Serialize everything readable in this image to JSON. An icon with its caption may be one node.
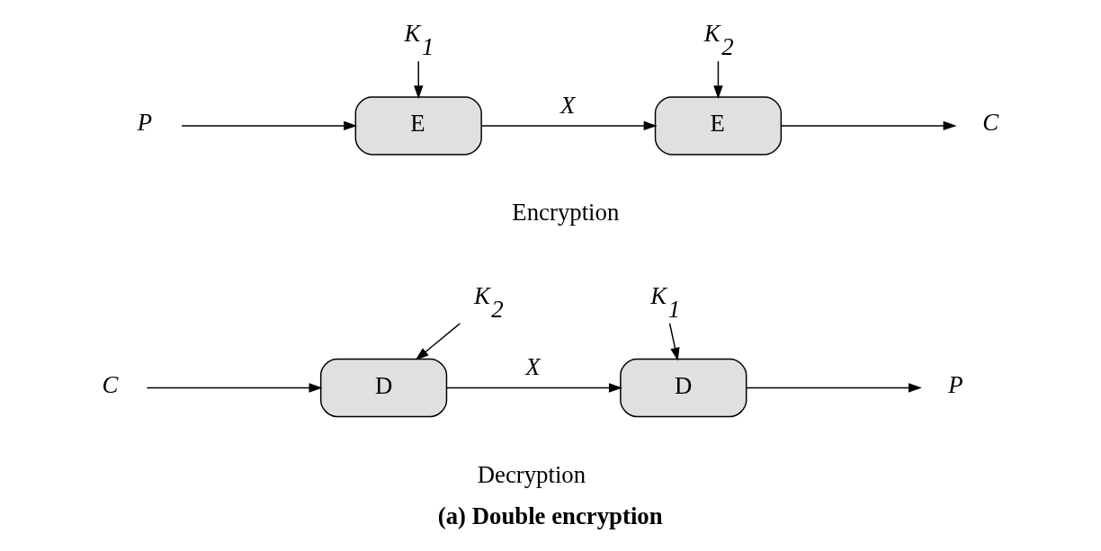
{
  "diagram": {
    "caption": "(a) Double encryption",
    "nodes": [
      {
        "text": [
          "K$_{1}$"
        ]
      },
      {
        "text": [
          "K$_{2}$"
        ]
      },
      {
        "text": [
          "P"
        ]
      },
      {
        "text": [
          "E"
        ]
      },
      {
        "text": [
          "E"
        ]
      },
      {
        "text": [
          "C"
        ]
      },
      {
        "text": [
          "K$_{2}$"
        ]
      },
      {
        "text": [
          "K$_{1}$"
        ]
      },
      {
        "text": [
          "C"
        ]
      },
      {
        "text": [
          "D"
        ]
      },
      {
        "text": [
          "D"
        ]
      },
      {
        "text": [
          "P"
        ]
      }
    ],
    "edges": [
      {
        "from": 0,
        "to": 3,
        "arrow": "to"
      },
      {
        "from": 1,
        "to": 4,
        "arrow": "to"
      },
      {
        "from": 2,
        "to": 3,
        "arrow": "to"
      },
      {
        "from": 3,
        "to": 4,
        "arrow": "to",
        "label": "X"
      },
      {
        "from": 4,
        "to": 5,
        "arrow": "to"
      },
      {
        "from": 6,
        "to": 9,
        "arrow": "to"
      },
      {
        "from": 7,
        "to": 10,
        "arrow": "to"
      },
      {
        "from": 8,
        "to": 9,
        "arrow": "to"
      },
      {
        "from": 9,
        "to": 10,
        "arrow": "to",
        "label": "X"
      },
      {
        "from": 10,
        "to": 11,
        "arrow": "to"
      }
    ],
    "labels": [
      "Encryption",
      "Decryption"
    ]
  }
}
